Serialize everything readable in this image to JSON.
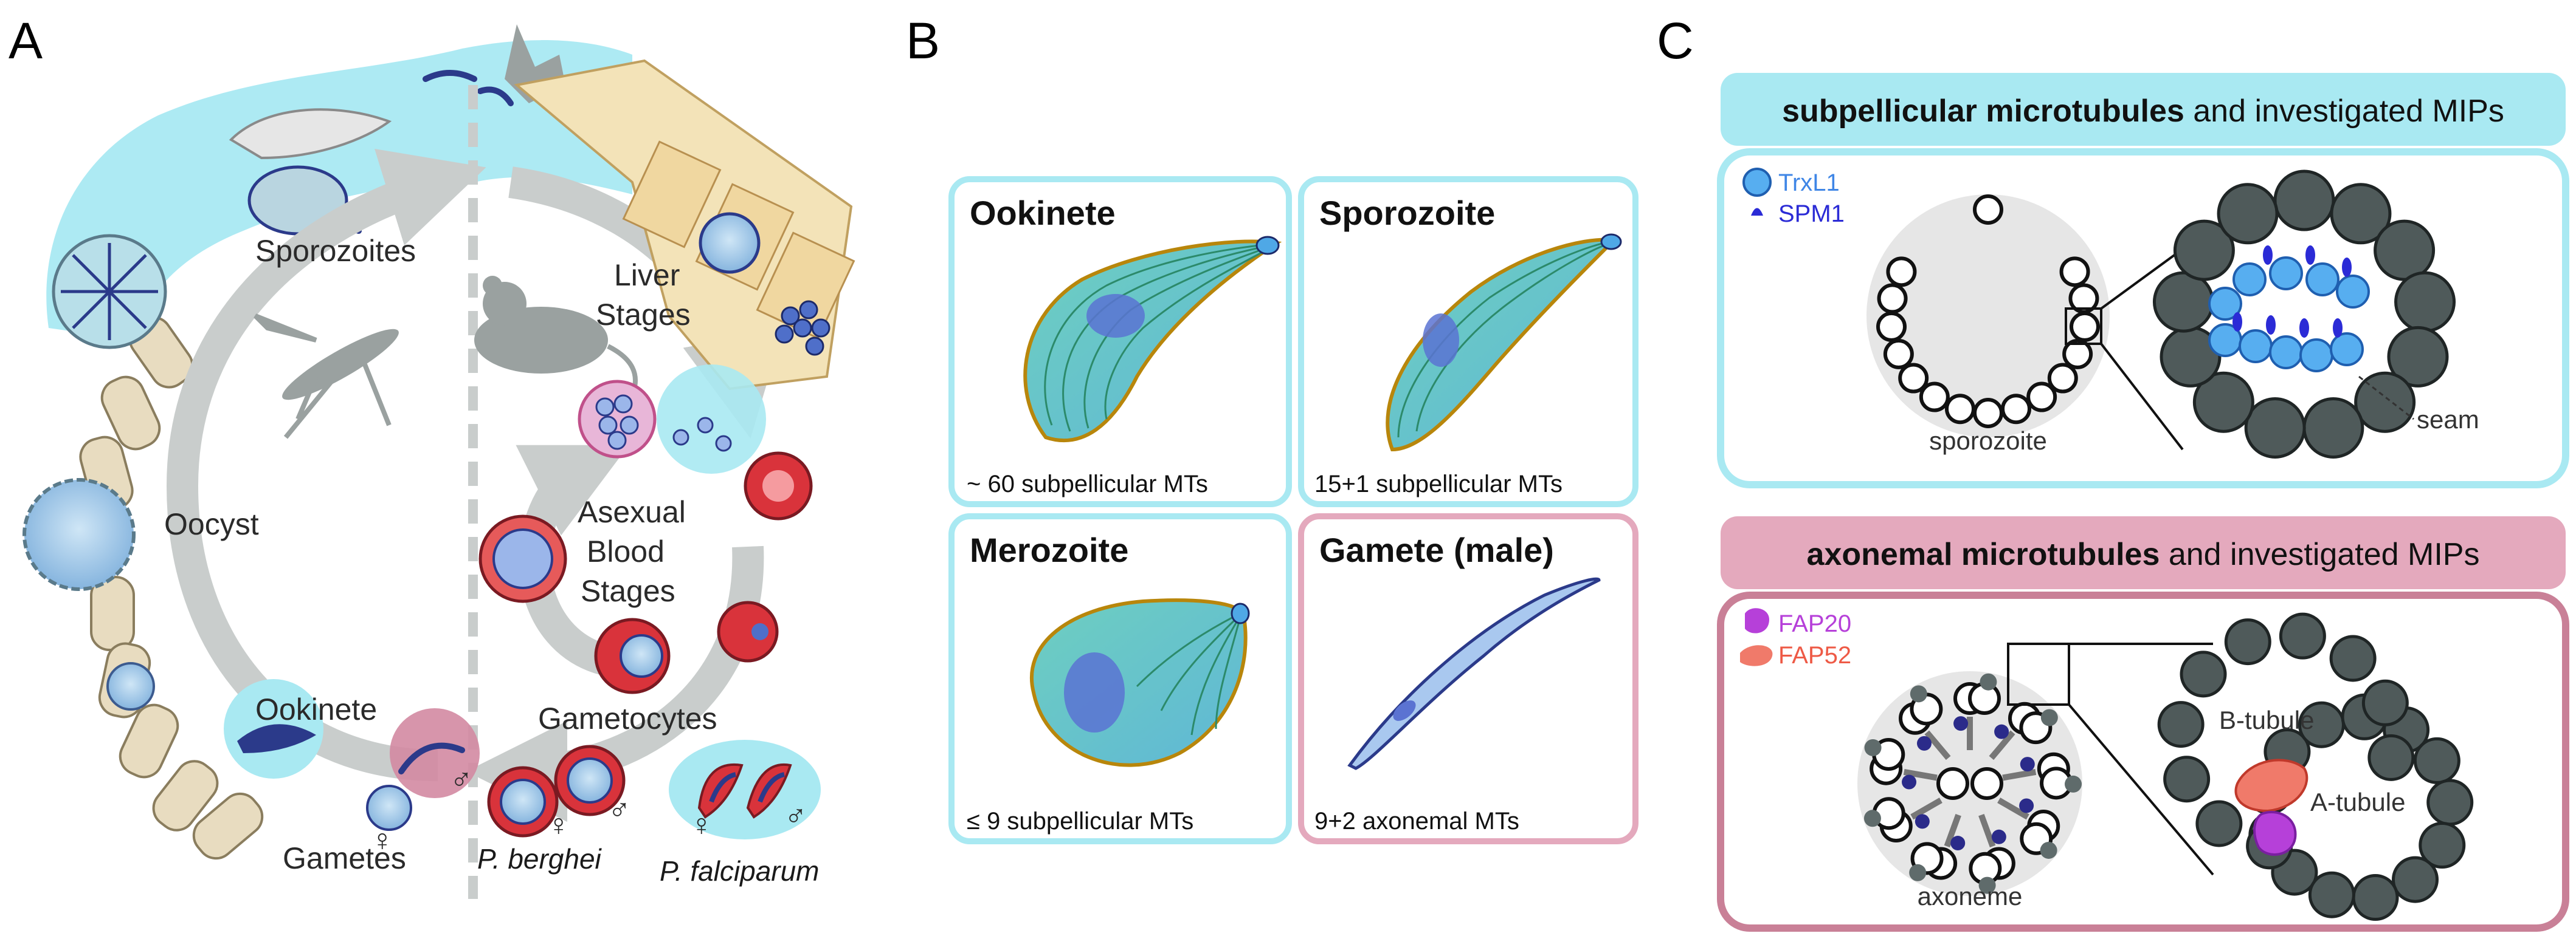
{
  "colors": {
    "cyan": "#a9e9f2",
    "cyan_border": "#86dce8",
    "pink": "#e4a9bd",
    "pink_border": "#c98097",
    "grey_arrow": "#c9cdcc",
    "red_cell": "#d9333b",
    "parasite_blue": "#4f6fc9",
    "mt_dark": "#4f5a5a",
    "trxl1": "#57aef0",
    "spm1": "#2b2bd6",
    "fap20": "#b640d9",
    "fap52": "#f07a6a"
  },
  "panel_a": {
    "letter": "A",
    "labels": {
      "sporozoites": "Sporozoites",
      "liver_stages_1": "Liver",
      "liver_stages_2": "Stages",
      "oocyst": "Oocyst",
      "asexual_1": "Asexual",
      "asexual_2": "Blood",
      "asexual_3": "Stages",
      "ookinete": "Ookinete",
      "gametocytes": "Gametocytes",
      "gametes": "Gametes",
      "p_berghei": "P. berghei",
      "p_falciparum": "P. falciparum",
      "female_symbol": "♀",
      "male_symbol": "♂"
    },
    "icons": [
      "mosquito-icon",
      "mouse-icon"
    ]
  },
  "panel_b": {
    "letter": "B",
    "cards": [
      {
        "title": "Ookinete",
        "caption": "~ 60 subpellicular MTs"
      },
      {
        "title": "Sporozoite",
        "caption": "15+1 subpellicular MTs"
      },
      {
        "title": "Merozoite",
        "caption": "≤ 9 subpellicular MTs"
      },
      {
        "title": "Gamete (male)",
        "caption": "9+2 axonemal MTs"
      }
    ]
  },
  "panel_c": {
    "letter": "C",
    "top": {
      "banner_bold": "subpellicular microtubules",
      "banner_rest": " and investigated MIPs",
      "legend": [
        {
          "label": "TrxL1",
          "color": "#3f86e6"
        },
        {
          "label": "SPM1",
          "color": "#2b2bd6"
        }
      ],
      "cross_section_label": "sporozoite",
      "seam_label": "seam"
    },
    "bottom": {
      "banner_bold": "axonemal microtubules",
      "banner_rest": " and investigated MIPs",
      "legend": [
        {
          "label": "FAP20",
          "color": "#b640d9"
        },
        {
          "label": "FAP52",
          "color": "#ee5a46"
        }
      ],
      "cross_section_label": "axoneme",
      "b_tubule": "B-tubule",
      "a_tubule": "A-tubule"
    }
  }
}
